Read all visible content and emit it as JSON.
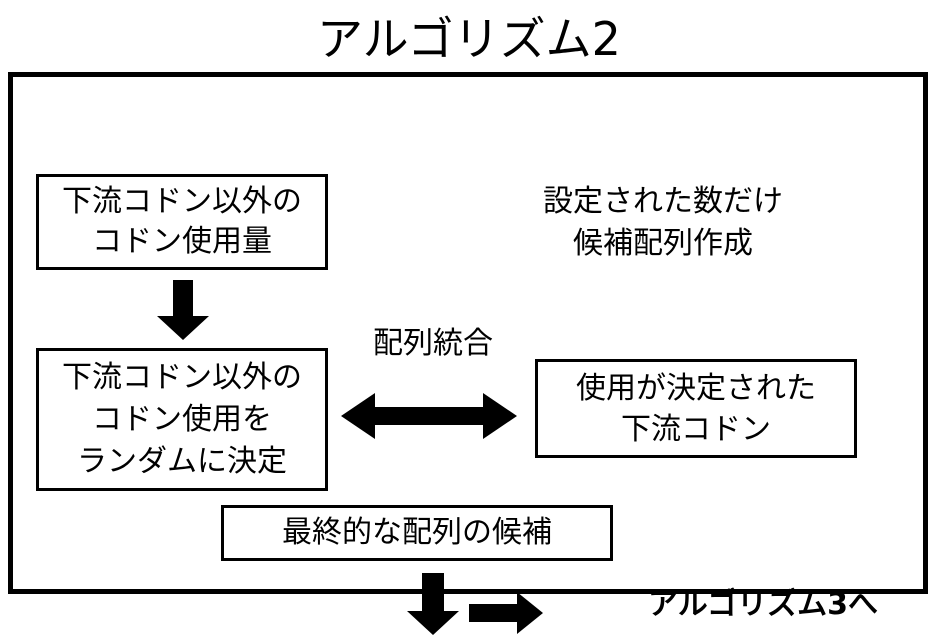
{
  "title": "アルゴリズム2",
  "diagram": {
    "boxes": {
      "upstream_usage": {
        "line1": "下流コドン以外の",
        "line2": "コドン使用量"
      },
      "random_decision": {
        "line1": "下流コドン以外の",
        "line2": "コドン使用を",
        "line3": "ランダムに決定"
      },
      "decided_codon": {
        "line1": "使用が決定された",
        "line2": "下流コドン"
      },
      "final_candidate": {
        "line1": "最終的な配列の候補"
      }
    },
    "labels": {
      "candidate_count": {
        "line1": "設定された数だけ",
        "line2": "候補配列作成"
      },
      "merge": "配列統合",
      "next_algorithm": "アルゴリズム3へ"
    },
    "arrows": {
      "down_top": "arrow-down-icon",
      "merge_double": "arrow-left-right-icon",
      "down_bottom": "arrow-down-icon",
      "right_bottom": "arrow-right-icon"
    },
    "colors": {
      "stroke": "#000000",
      "background": "#ffffff"
    }
  }
}
